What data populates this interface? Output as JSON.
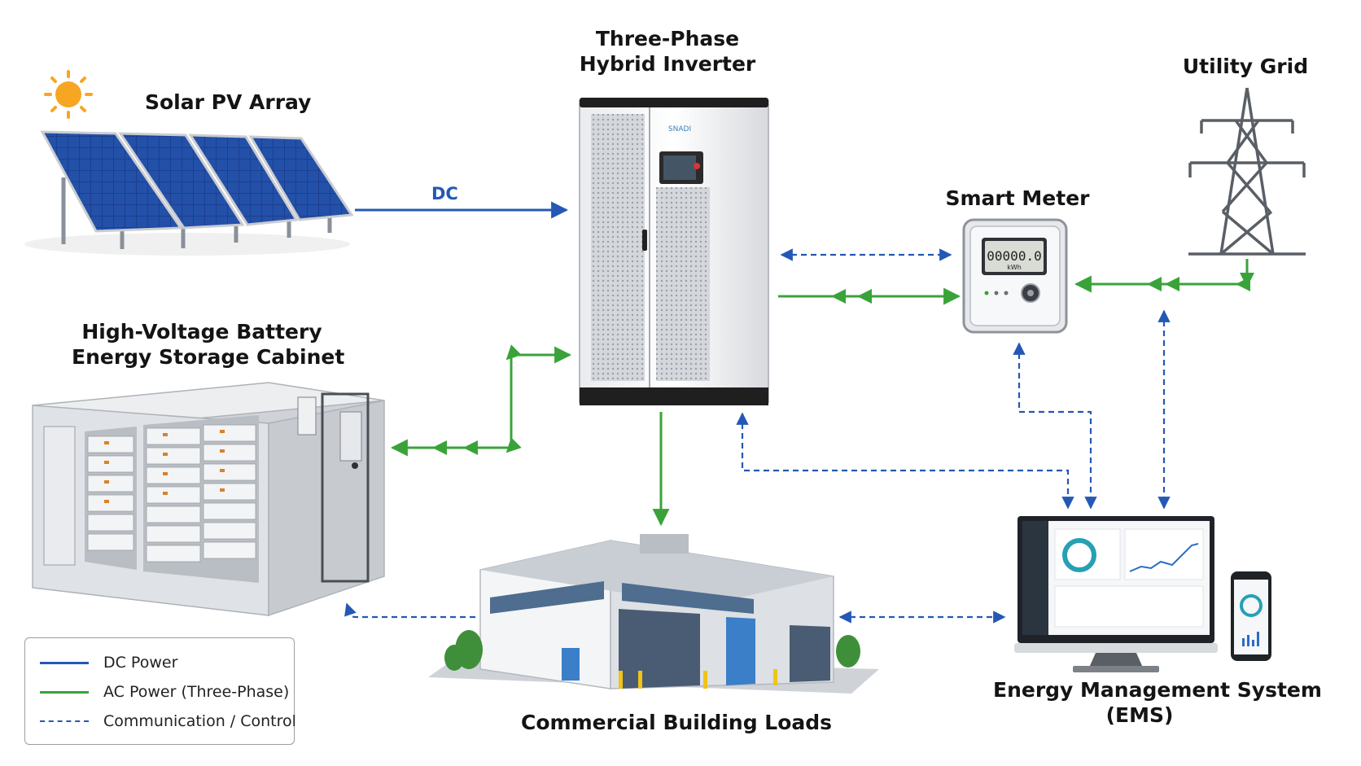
{
  "nodes": {
    "solar": {
      "label": "Solar PV Array"
    },
    "inverter": {
      "label_lines": [
        "Three-Phase",
        "Hybrid Inverter"
      ],
      "brand": "SNADI"
    },
    "grid": {
      "label": "Utility Grid"
    },
    "meter": {
      "label": "Smart Meter",
      "display": "00000.0",
      "unit": "kWh"
    },
    "battery": {
      "label_lines": [
        "High-Voltage Battery",
        "Energy Storage Cabinet"
      ]
    },
    "building": {
      "label": "Commercial Building Loads"
    },
    "ems": {
      "label_lines": [
        "Energy Management System",
        "(EMS)"
      ]
    }
  },
  "edges": {
    "dc_label": "DC"
  },
  "legend": {
    "items": [
      {
        "label": "DC Power",
        "style": "solid",
        "color": "#2458b5"
      },
      {
        "label": "AC Power (Three-Phase)",
        "style": "solid",
        "color": "#39a33a"
      },
      {
        "label": "Communication / Control",
        "style": "dashed",
        "color": "#2458b5"
      }
    ]
  },
  "colors": {
    "dc": "#2458b5",
    "ac": "#39a33a",
    "comm": "#2458b5",
    "panel": "#1d3f8f",
    "steel": "#5a5f66"
  }
}
